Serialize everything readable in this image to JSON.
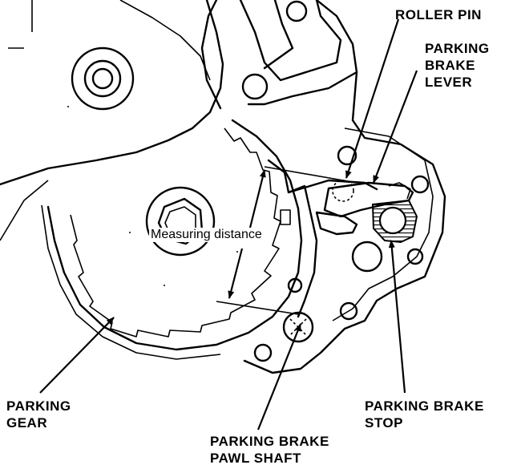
{
  "labels": {
    "roller_pin": "ROLLER PIN",
    "parking_brake_lever": [
      "PARKING",
      "BRAKE",
      "LEVER"
    ],
    "measuring_distance": "Measuring distance",
    "parking_gear": [
      "PARKING",
      "GEAR"
    ],
    "parking_brake_pawl_shaft": [
      "PARKING BRAKE",
      "PAWL SHAFT"
    ],
    "parking_brake_stop": [
      "PARKING BRAKE",
      "STOP"
    ]
  },
  "colors": {
    "ink": "#000000",
    "paper": "#ffffff"
  }
}
